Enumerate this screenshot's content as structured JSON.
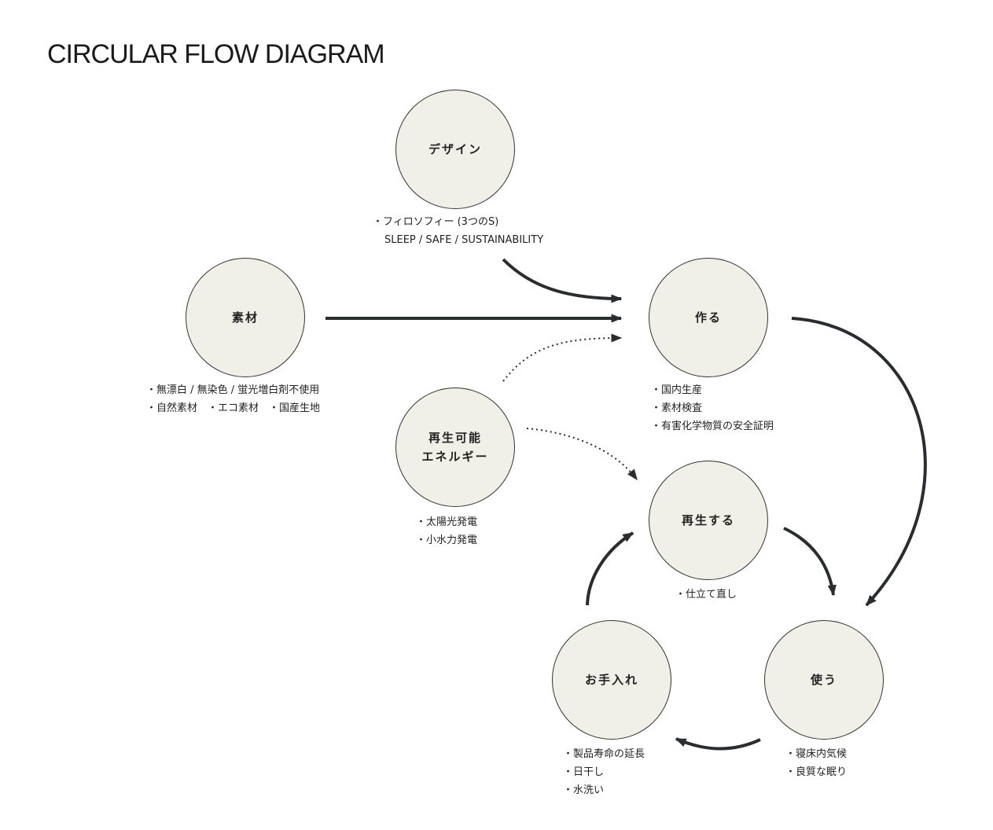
{
  "title": "CIRCULAR FLOW DIAGRAM",
  "colors": {
    "node_fill": "#f1f0e8",
    "arrow": "#2a2d30"
  },
  "nodes": {
    "design": {
      "label": "デザイン",
      "notes": [
        "・フィロソフィー (3つのS)",
        "SLEEP / SAFE / SUSTAINABILITY"
      ]
    },
    "material": {
      "label": "素材",
      "notes": [
        "・無漂白 / 無染色 / 蛍光増白剤不使用",
        "・自然素材　・エコ素材　・国産生地"
      ]
    },
    "make": {
      "label": "作る",
      "notes": [
        "・国内生産",
        "・素材検査",
        "・有害化学物質の安全証明"
      ]
    },
    "renewable": {
      "label_lines": [
        "再生可能",
        "エネルギー"
      ],
      "notes": [
        "・太陽光発電",
        "・小水力発電"
      ]
    },
    "regenerate": {
      "label": "再生する",
      "notes": [
        "・仕立て直し"
      ]
    },
    "care": {
      "label": "お手入れ",
      "notes": [
        "・製品寿命の延長",
        "・日干し",
        "・水洗い"
      ]
    },
    "use": {
      "label": "使う",
      "notes": [
        "・寝床内気候",
        "・良質な眠り"
      ]
    }
  }
}
